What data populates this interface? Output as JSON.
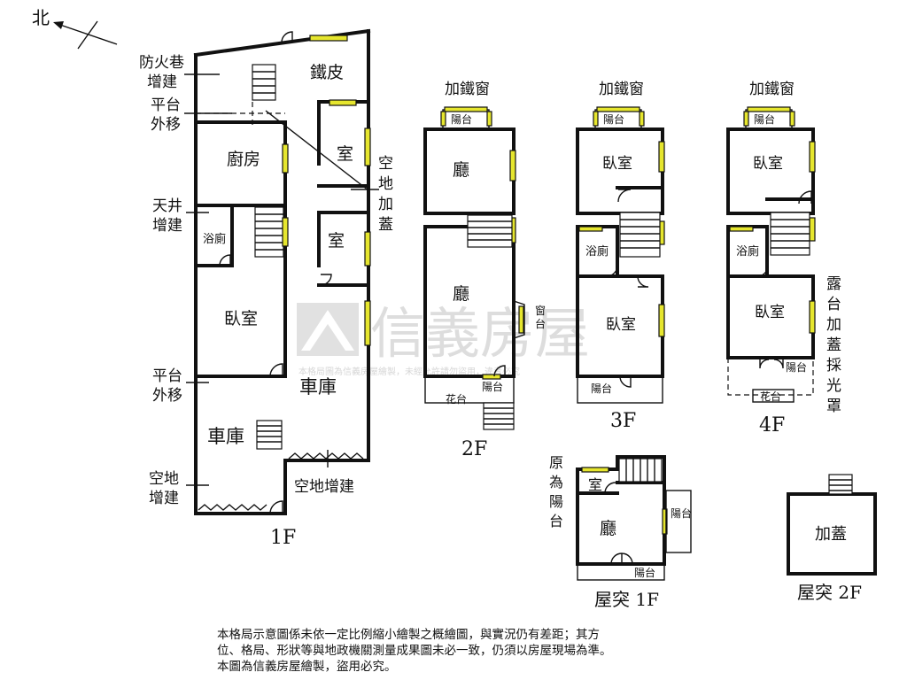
{
  "compass": {
    "label": "北"
  },
  "watermark": {
    "brand": "信義房屋",
    "notice": "本格局圖為信義房屋繪製，未經允許請勿盜用，違者必究"
  },
  "colors": {
    "window": "#e6e62e",
    "wall": "#111111",
    "watermark": "#c9c9c9"
  },
  "plans": {
    "f1": {
      "title": "1F",
      "rooms": {
        "iron_sheet": "鐵皮",
        "kitchen": "廚房",
        "room_a": "室",
        "room_b": "室",
        "bath": "浴廁",
        "bedroom": "臥室",
        "garage_right": "車庫",
        "garage_left": "車庫"
      },
      "annotations": {
        "fire_lane_1": "防火巷",
        "fire_lane_2": "增建",
        "platform_top_1": "平台",
        "platform_top_2": "外移",
        "courtyard_1": "天井",
        "courtyard_2": "增建",
        "platform_mid_1": "平台",
        "platform_mid_2": "外移",
        "vacant_left_1": "空地",
        "vacant_left_2": "增建",
        "vacant_bottom": "空地增建",
        "vacant_right_1": "空",
        "vacant_right_2": "地",
        "vacant_right_3": "加",
        "vacant_right_4": "蓋"
      }
    },
    "f2": {
      "title": "2F",
      "top_note": "加鐵窗",
      "rooms": {
        "living_top": "廳",
        "living_main": "廳",
        "balcony_top": "陽台",
        "balcony_bottom": "陽台",
        "planter": "花台"
      },
      "bay_window_1": "窗",
      "bay_window_2": "台"
    },
    "f3": {
      "title": "3F",
      "top_note": "加鐵窗",
      "rooms": {
        "bedroom_top": "臥室",
        "bath": "浴廁",
        "bedroom_main": "臥室",
        "balcony_top": "陽台",
        "balcony_bottom": "陽台"
      }
    },
    "f4": {
      "title": "4F",
      "top_note": "加鐵窗",
      "rooms": {
        "bedroom_top": "臥室",
        "bath": "浴廁",
        "bedroom_main": "臥室",
        "balcony_top": "陽台",
        "balcony_bottom": "陽台",
        "planter": "花台"
      },
      "side_note": [
        "露",
        "台",
        "加",
        "蓋",
        "採",
        "光",
        "罩"
      ]
    },
    "roof1": {
      "title": "屋突 1F",
      "rooms": {
        "room": "室",
        "living": "廳",
        "balcony_side": "陽台",
        "balcony_bottom": "陽台"
      },
      "side_note": [
        "原",
        "為",
        "陽",
        "台"
      ]
    },
    "roof2": {
      "title": "屋突 2F",
      "rooms": {
        "addition": "加蓋"
      }
    }
  },
  "disclaimer": [
    "本格局示意圖係未依一定比例縮小繪製之概繪圖，與實況仍有差距；其方",
    "位、格局、形狀等與地政機關測量成果圖未必一致，仍須以房屋現場為準。",
    "本圖為信義房屋繪製，盜用必究。"
  ]
}
